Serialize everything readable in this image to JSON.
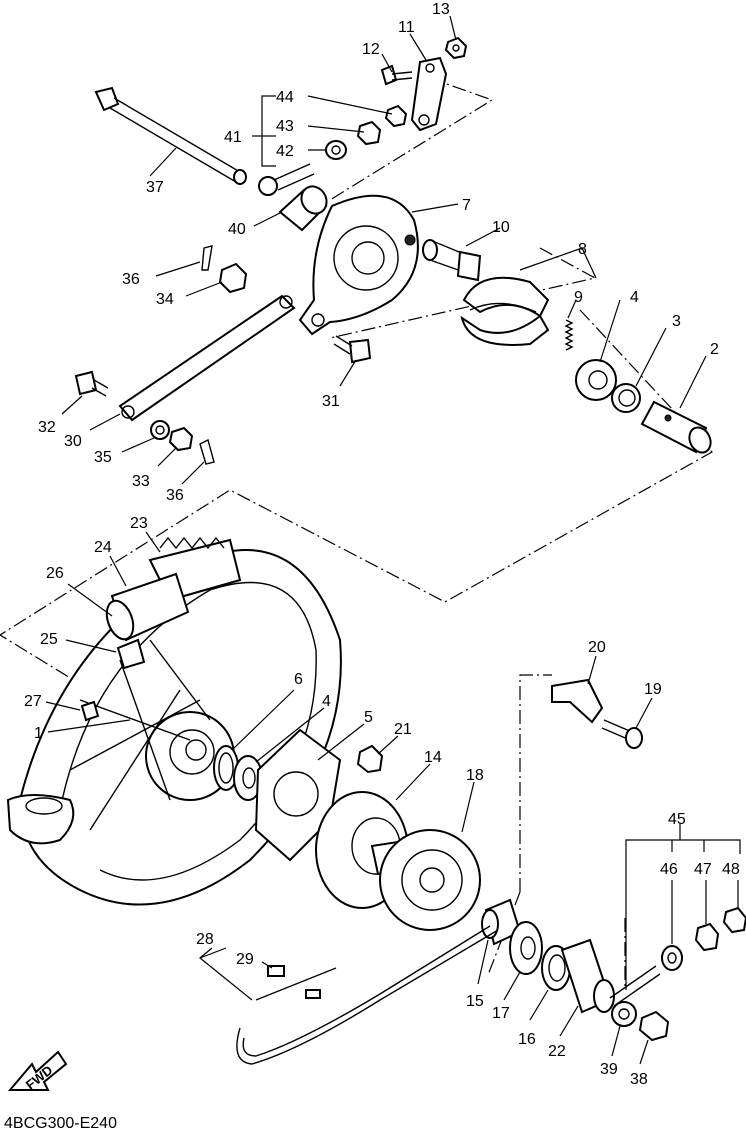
{
  "diagram_code": "4BCG300-E240",
  "fwd_label": "FWD",
  "part_numbers": [
    "1",
    "2",
    "3",
    "4",
    "5",
    "6",
    "7",
    "8",
    "9",
    "10",
    "11",
    "12",
    "13",
    "14",
    "15",
    "16",
    "17",
    "18",
    "19",
    "20",
    "21",
    "22",
    "23",
    "24",
    "25",
    "26",
    "27",
    "28",
    "29",
    "30",
    "31",
    "32",
    "33",
    "34",
    "35",
    "36",
    "37",
    "38",
    "39",
    "40",
    "41",
    "42",
    "43",
    "44",
    "45",
    "46",
    "47",
    "48"
  ],
  "callouts": {
    "c1": "1",
    "c2": "2",
    "c3": "3",
    "c4a": "4",
    "c4b": "4",
    "c5": "5",
    "c6": "6",
    "c7": "7",
    "c8": "8",
    "c9": "9",
    "c10": "10",
    "c11": "11",
    "c12": "12",
    "c13": "13",
    "c14": "14",
    "c15": "15",
    "c16": "16",
    "c17": "17",
    "c18": "18",
    "c19": "19",
    "c20": "20",
    "c21": "21",
    "c22": "22",
    "c23": "23",
    "c24": "24",
    "c25": "25",
    "c26": "26",
    "c27": "27",
    "c28": "28",
    "c29": "29",
    "c30": "30",
    "c31": "31",
    "c32": "32",
    "c33": "33",
    "c34": "34",
    "c35": "35",
    "c36a": "36",
    "c36b": "36",
    "c37": "37",
    "c38": "38",
    "c39": "39",
    "c40": "40",
    "c41": "41",
    "c42": "42",
    "c43": "43",
    "c44": "44",
    "c45": "45",
    "c46": "46",
    "c47": "47",
    "c48": "48"
  }
}
